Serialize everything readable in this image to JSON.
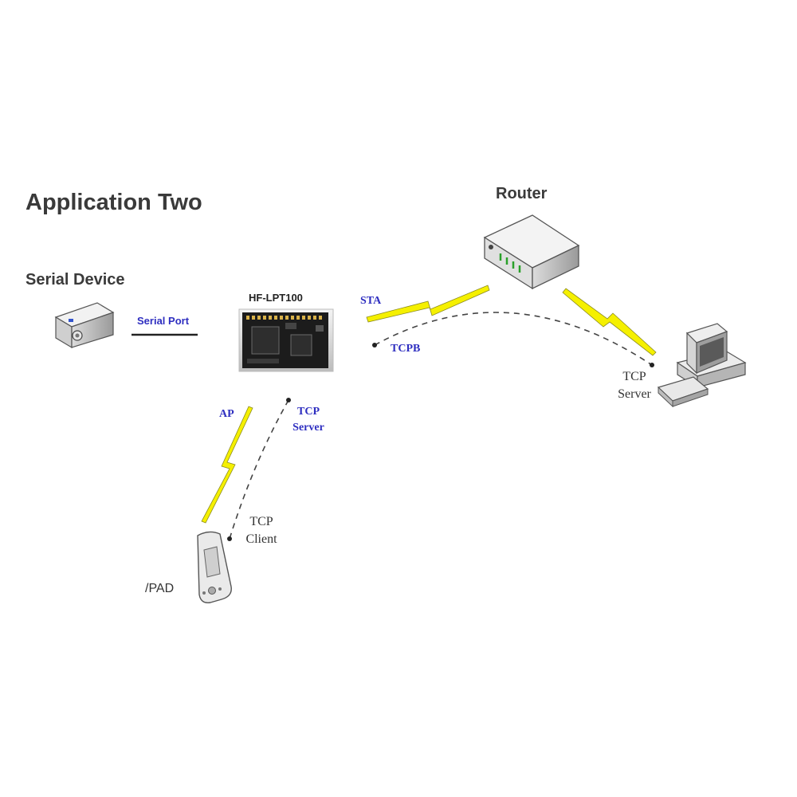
{
  "diagram": {
    "title": "Application Two",
    "nodes": {
      "serial_device": "Serial Device",
      "module": "HF-LPT100",
      "router": "Router",
      "pad": "/PAD"
    },
    "links": {
      "serial_port": "Serial Port",
      "sta": "STA",
      "tcpb": "TCPB",
      "ap": "AP",
      "tcp_server_module": "TCP Server",
      "tcp_server_pc": "TCP Server",
      "tcp_client": "TCP Client"
    },
    "colors": {
      "link_label": "#2e2ec0",
      "lightning": "#f5f000",
      "heading_text": "#3a3a3a",
      "module_board": "#1c1c1c"
    },
    "icons": [
      "serial-device-icon",
      "module-board-icon",
      "router-icon",
      "desktop-computer-icon",
      "pda-icon",
      "lightning-icon"
    ]
  }
}
